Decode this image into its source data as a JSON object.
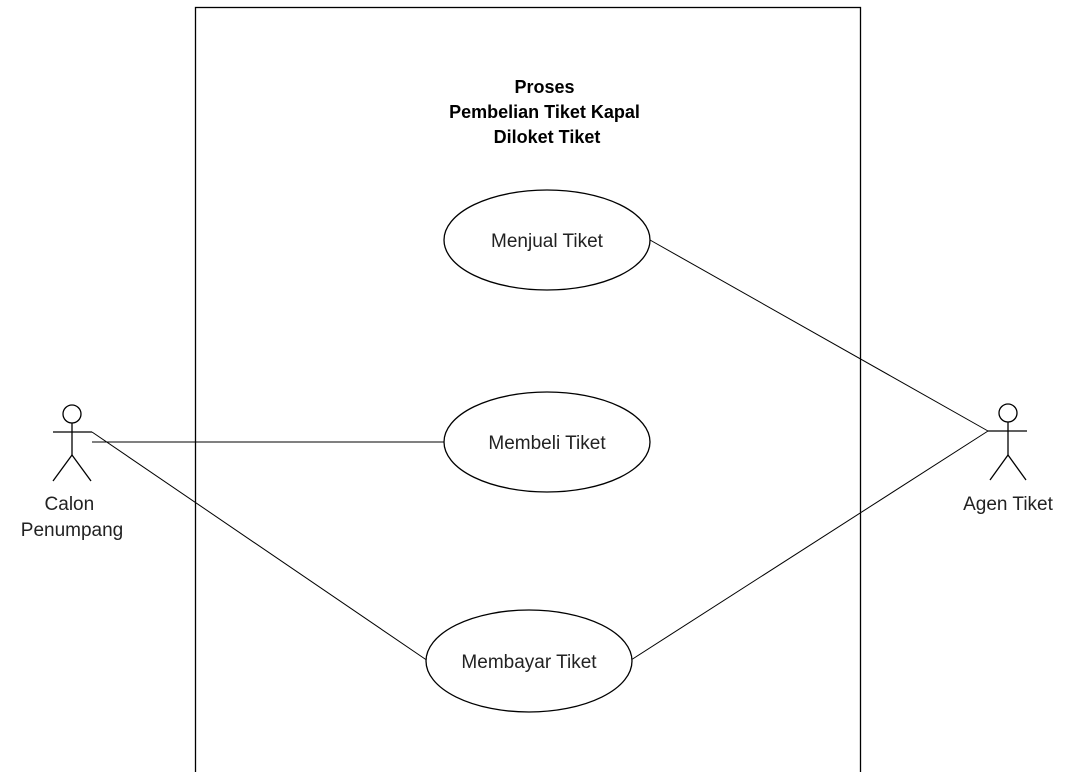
{
  "system": {
    "title_lines": [
      "Proses",
      "Pembelian Tiket Kapal",
      "Diloket Tiket"
    ]
  },
  "actors": {
    "calon_penumpang": {
      "label_lines": [
        "Calon",
        "Penumpang"
      ]
    },
    "agen_tiket": {
      "label": "Agen Tiket"
    }
  },
  "use_cases": {
    "menjual": {
      "label": "Menjual Tiket"
    },
    "membeli": {
      "label": "Membeli Tiket"
    },
    "membayar": {
      "label": "Membayar Tiket"
    }
  }
}
